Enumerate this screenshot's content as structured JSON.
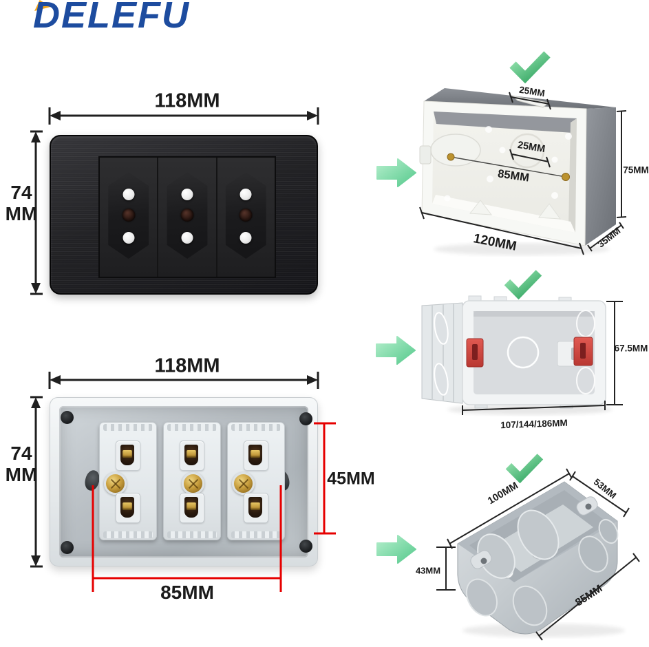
{
  "brand": {
    "name": "DELEFU",
    "logo_color": "#1d4c9f",
    "logo_accent_color": "#f2a51e"
  },
  "palette": {
    "dimension_line": "#1f1f1f",
    "highlight_dimension_red": "#e60000",
    "check_green_light": "#98e5b0",
    "check_green_dark": "#2da25e",
    "panel_black": "#1d1d1f",
    "metal_gray": "#c6ccd0"
  },
  "front_panel_view": {
    "description": "triple Brazilian socket black front panel",
    "width_label": "118MM",
    "height_label": [
      "74",
      "MM"
    ],
    "socket_count": 3
  },
  "back_panel_view": {
    "description": "socket rear wiring view",
    "width_label": "118MM",
    "height_label": [
      "74",
      "MM"
    ],
    "inner_height_label": "45MM",
    "mounting_spacing_label": "85MM"
  },
  "surface_mount_box": {
    "approved_icon": "check-icon",
    "pointer_icon": "arrow-right-icon",
    "top_notch_label": "25MM",
    "inner_knockout_label": "25MM",
    "screw_spacing_label": "85MM",
    "width_label": "120MM",
    "height_label": "75MM",
    "depth_label": "35MM"
  },
  "flush_mount_box": {
    "approved_icon": "check-icon",
    "pointer_icon": "arrow-right-icon",
    "height_label": "67.5MM",
    "width_options_label": "107/144/186MM"
  },
  "metal_box": {
    "approved_icon": "check-icon",
    "pointer_icon": "arrow-right-icon",
    "width_label": "100MM",
    "depth_label": "53MM",
    "height_label": "43MM",
    "screw_spacing_label": "85MM"
  }
}
